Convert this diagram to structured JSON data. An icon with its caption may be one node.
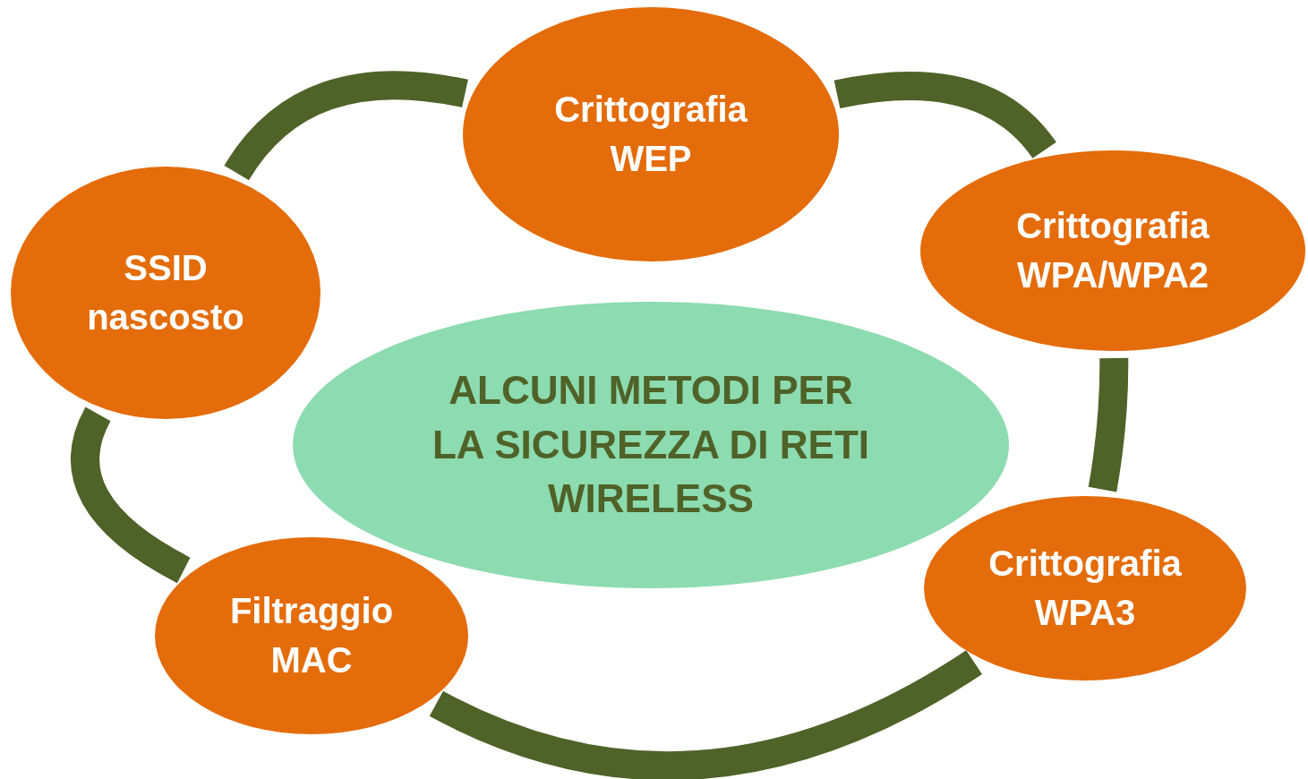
{
  "diagram": {
    "nodes": [
      {
        "text": [
          "Crittografia WEP"
        ]
      },
      {
        "text": [
          "SSID nascosto"
        ]
      },
      {
        "text": [
          "Crittografia WPA/WPA2"
        ]
      },
      {
        "text": [
          "ALCUNI METODI PER LA SICUREZZA DI RETI WIRELESS"
        ]
      },
      {
        "text": [
          "Filtraggio MAC"
        ]
      },
      {
        "text": [
          "Crittografia WPA3"
        ]
      }
    ],
    "edges": [
      {
        "from": 0,
        "to": 2,
        "arrow": "none"
      },
      {
        "from": 2,
        "to": 5,
        "arrow": "none"
      },
      {
        "from": 5,
        "to": 4,
        "arrow": "none"
      },
      {
        "from": 4,
        "to": 1,
        "arrow": "none"
      },
      {
        "from": 1,
        "to": 0,
        "arrow": "none"
      }
    ]
  }
}
